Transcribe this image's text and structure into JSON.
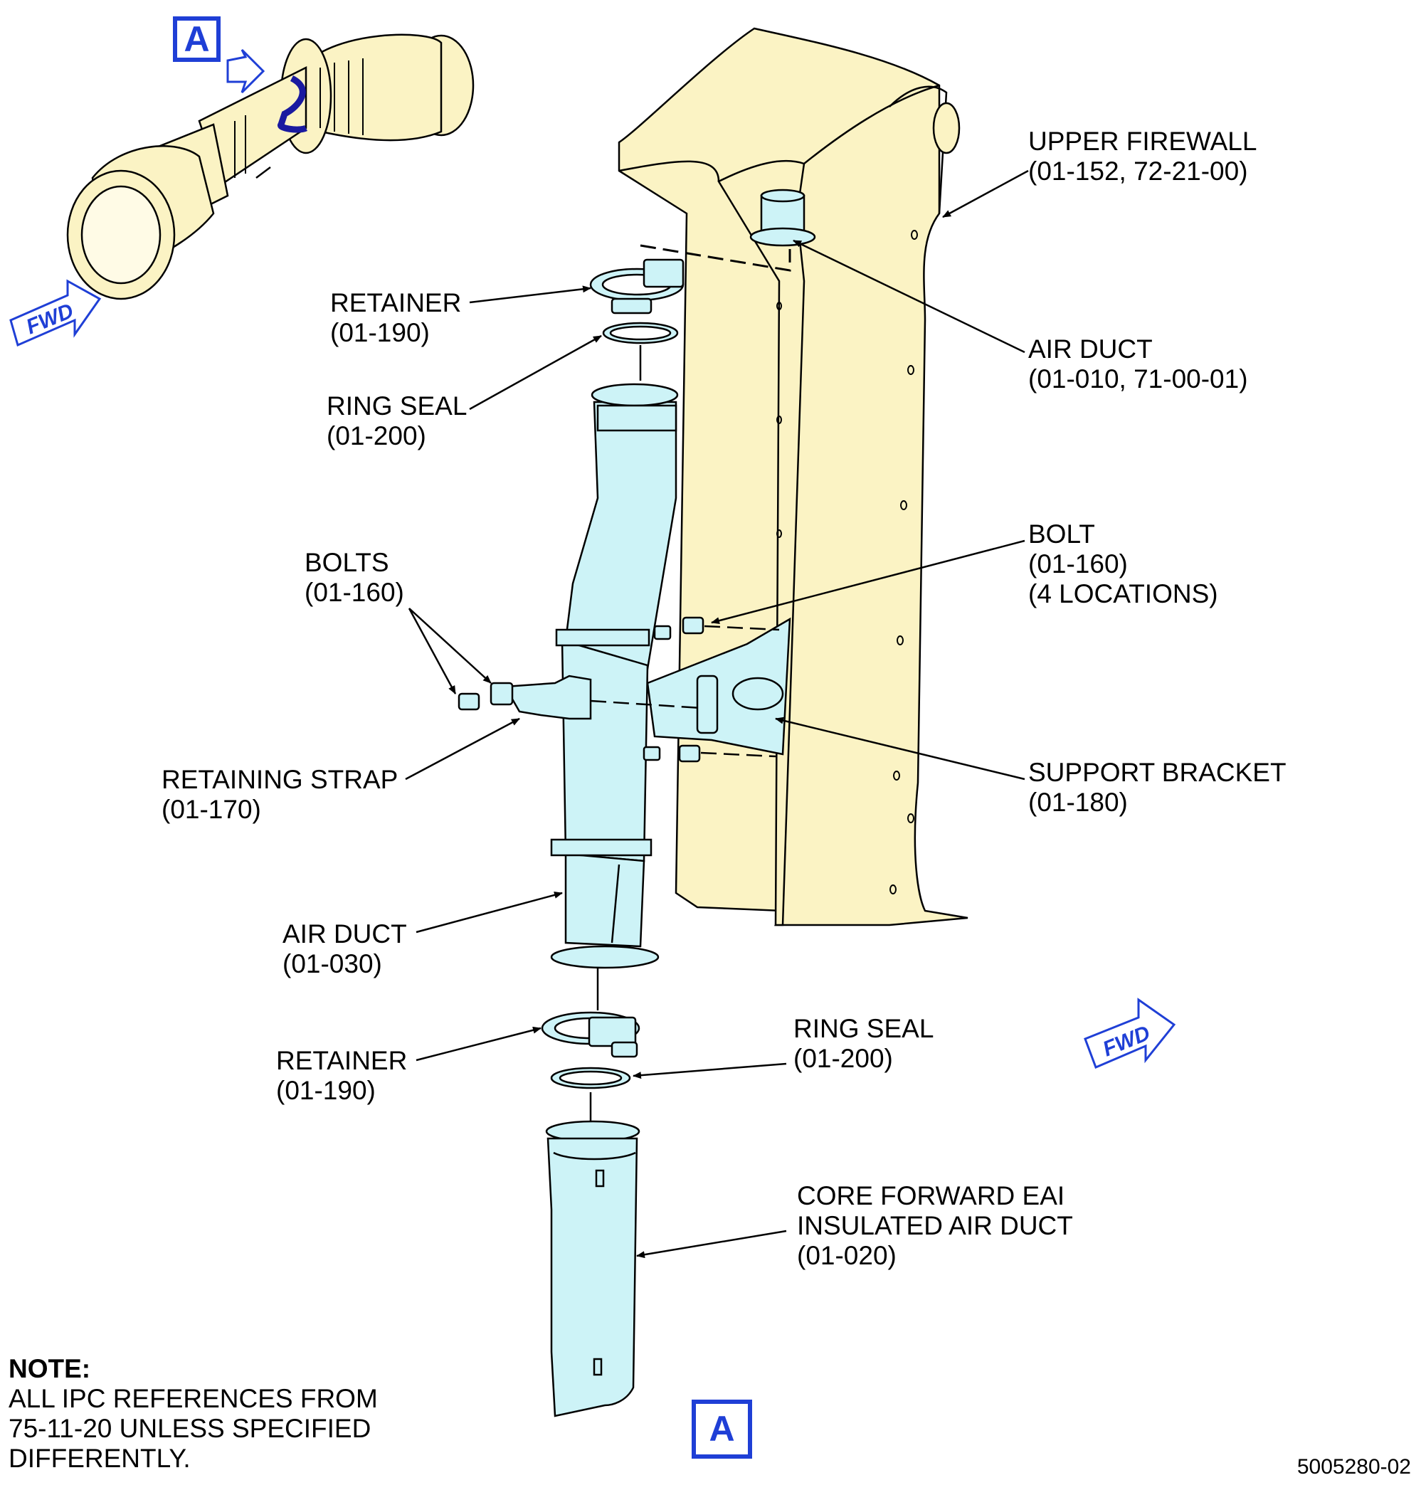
{
  "view_labels": {
    "top": "A",
    "bottom": "A"
  },
  "fwd_label": "FWD",
  "callouts": {
    "upper_firewall": {
      "name": "UPPER FIREWALL",
      "ref": "(01-152, 72-21-00)"
    },
    "retainer_top": {
      "name": "RETAINER",
      "ref": "(01-190)"
    },
    "air_duct_top": {
      "name": "AIR DUCT",
      "ref": "(01-010, 71-00-01)"
    },
    "ring_seal_top": {
      "name": "RING SEAL",
      "ref": "(01-200)"
    },
    "bolt": {
      "name": "BOLT",
      "ref": "(01-160)",
      "qty": "(4 LOCATIONS)"
    },
    "bolts": {
      "name": "BOLTS",
      "ref": "(01-160)"
    },
    "support_bracket": {
      "name": "SUPPORT BRACKET",
      "ref": "(01-180)"
    },
    "retaining_strap": {
      "name": "RETAINING STRAP",
      "ref": "(01-170)"
    },
    "air_duct_mid": {
      "name": "AIR DUCT",
      "ref": "(01-030)"
    },
    "ring_seal_bottom": {
      "name": "RING SEAL",
      "ref": "(01-200)"
    },
    "retainer_bottom": {
      "name": "RETAINER",
      "ref": "(01-190)"
    },
    "core_duct": {
      "line1": "CORE FORWARD EAI",
      "line2": "INSULATED AIR DUCT",
      "ref": "(01-020)"
    }
  },
  "note": {
    "title": "NOTE:",
    "line1": "ALL IPC REFERENCES FROM",
    "line2": "75-11-20 UNLESS SPECIFIED",
    "line3": "DIFFERENTLY."
  },
  "drawing_number": "5005280-02",
  "colors": {
    "firewall_fill": "#fbf3c4",
    "duct_fill": "#cdf3f7",
    "view_blue": "#1f3fd6",
    "line": "#000000"
  }
}
